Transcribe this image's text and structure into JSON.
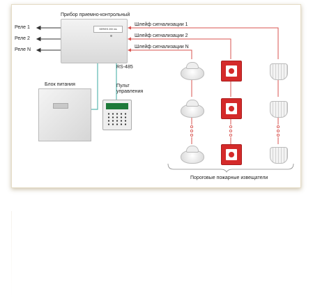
{
  "panel": {
    "title": "Прибор приемно-контрольный",
    "screen_text": "SERIES 200 ms"
  },
  "relays": [
    "Реле 1",
    "Реле 2",
    "Реле N"
  ],
  "loops": [
    "Шлейф сигнализации 1",
    "Шлейф сигнализации 2",
    "Шлейф сигнализации N"
  ],
  "power_supply": {
    "label": "Блок питания"
  },
  "bus": {
    "label": "RS-485"
  },
  "control_panel": {
    "label_line1": "Пульт",
    "label_line2": "управления"
  },
  "detectors": {
    "caption": "Пороговые пожарные извещатели"
  },
  "colors": {
    "loop_line": "#d9534f",
    "bus_line": "#5bb8b0",
    "manual_call_point": "#d42a2a"
  }
}
